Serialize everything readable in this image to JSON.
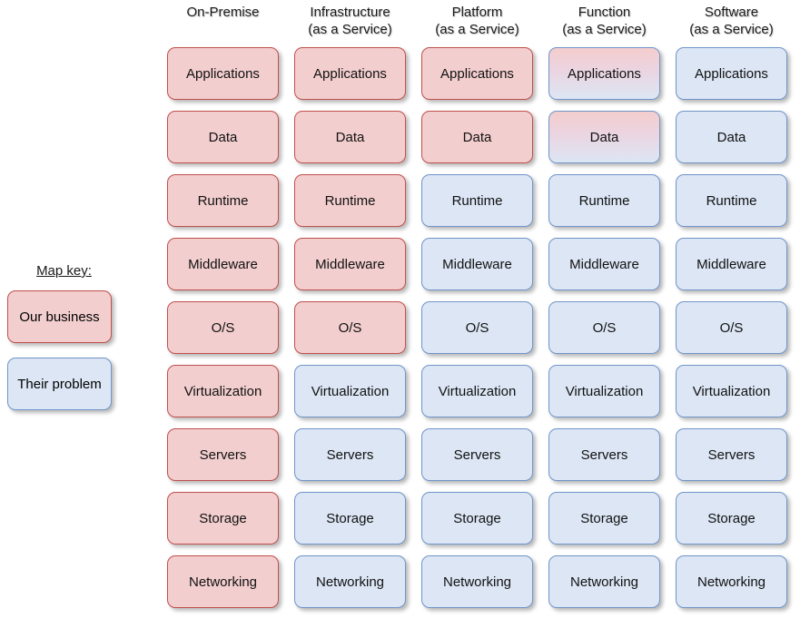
{
  "legend": {
    "title": "Map key:",
    "items": [
      {
        "label": "Our business",
        "fill": "ours",
        "color": "#f3cece",
        "border": "#c0504d"
      },
      {
        "label": "Their problem",
        "fill": "theirs",
        "color": "#dce6f5",
        "border": "#7095c8"
      }
    ]
  },
  "matrix": {
    "columns": [
      {
        "line1": "On-Premise",
        "line2": ""
      },
      {
        "line1": "Infrastructure",
        "line2": "(as a Service)"
      },
      {
        "line1": "Platform",
        "line2": "(as a Service)"
      },
      {
        "line1": "Function",
        "line2": "(as a Service)"
      },
      {
        "line1": "Software",
        "line2": "(as a Service)"
      }
    ],
    "rows": [
      {
        "label": "Applications",
        "cells": [
          {
            "label": "Applications",
            "fill": "ours"
          },
          {
            "label": "Applications",
            "fill": "ours"
          },
          {
            "label": "Applications",
            "fill": "ours"
          },
          {
            "label": "Applications",
            "fill": "mixed"
          },
          {
            "label": "Applications",
            "fill": "theirs"
          }
        ]
      },
      {
        "label": "Data",
        "cells": [
          {
            "label": "Data",
            "fill": "ours"
          },
          {
            "label": "Data",
            "fill": "ours"
          },
          {
            "label": "Data",
            "fill": "ours"
          },
          {
            "label": "Data",
            "fill": "mixed"
          },
          {
            "label": "Data",
            "fill": "theirs"
          }
        ]
      },
      {
        "label": "Runtime",
        "cells": [
          {
            "label": "Runtime",
            "fill": "ours"
          },
          {
            "label": "Runtime",
            "fill": "ours"
          },
          {
            "label": "Runtime",
            "fill": "theirs"
          },
          {
            "label": "Runtime",
            "fill": "theirs"
          },
          {
            "label": "Runtime",
            "fill": "theirs"
          }
        ]
      },
      {
        "label": "Middleware",
        "cells": [
          {
            "label": "Middleware",
            "fill": "ours"
          },
          {
            "label": "Middleware",
            "fill": "ours"
          },
          {
            "label": "Middleware",
            "fill": "theirs"
          },
          {
            "label": "Middleware",
            "fill": "theirs"
          },
          {
            "label": "Middleware",
            "fill": "theirs"
          }
        ]
      },
      {
        "label": "O/S",
        "cells": [
          {
            "label": "O/S",
            "fill": "ours"
          },
          {
            "label": "O/S",
            "fill": "ours"
          },
          {
            "label": "O/S",
            "fill": "theirs"
          },
          {
            "label": "O/S",
            "fill": "theirs"
          },
          {
            "label": "O/S",
            "fill": "theirs"
          }
        ]
      },
      {
        "label": "Virtualization",
        "cells": [
          {
            "label": "Virtualization",
            "fill": "ours"
          },
          {
            "label": "Virtualization",
            "fill": "theirs"
          },
          {
            "label": "Virtualization",
            "fill": "theirs"
          },
          {
            "label": "Virtualization",
            "fill": "theirs"
          },
          {
            "label": "Virtualization",
            "fill": "theirs"
          }
        ]
      },
      {
        "label": "Servers",
        "cells": [
          {
            "label": "Servers",
            "fill": "ours"
          },
          {
            "label": "Servers",
            "fill": "theirs"
          },
          {
            "label": "Servers",
            "fill": "theirs"
          },
          {
            "label": "Servers",
            "fill": "theirs"
          },
          {
            "label": "Servers",
            "fill": "theirs"
          }
        ]
      },
      {
        "label": "Storage",
        "cells": [
          {
            "label": "Storage",
            "fill": "ours"
          },
          {
            "label": "Storage",
            "fill": "theirs"
          },
          {
            "label": "Storage",
            "fill": "theirs"
          },
          {
            "label": "Storage",
            "fill": "theirs"
          },
          {
            "label": "Storage",
            "fill": "theirs"
          }
        ]
      },
      {
        "label": "Networking",
        "cells": [
          {
            "label": "Networking",
            "fill": "ours"
          },
          {
            "label": "Networking",
            "fill": "theirs"
          },
          {
            "label": "Networking",
            "fill": "theirs"
          },
          {
            "label": "Networking",
            "fill": "theirs"
          },
          {
            "label": "Networking",
            "fill": "theirs"
          }
        ]
      }
    ]
  }
}
